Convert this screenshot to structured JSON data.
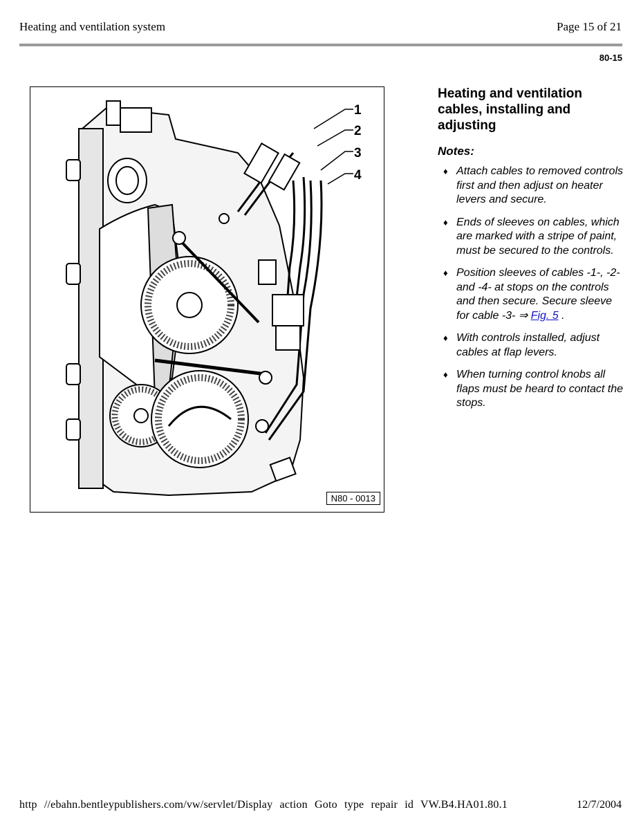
{
  "header": {
    "left": "Heating and ventilation system",
    "right": "Page 15 of 21"
  },
  "section_number": "80-15",
  "figure": {
    "code": "N80 - 0013",
    "callouts": [
      "1",
      "2",
      "3",
      "4"
    ]
  },
  "content": {
    "title": "Heating and ventilation cables, installing and adjusting",
    "notes_label": "Notes:",
    "bullet_icon": "♦",
    "bullets": [
      {
        "text": "Attach cables to removed controls first and then adjust on heater levers and secure."
      },
      {
        "text": "Ends of sleeves on cables, which are marked with a stripe of paint, must be secured to the controls."
      },
      {
        "text": "Position sleeves of cables -1-, -2- and -4- at stops on the controls and then secure. Secure sleeve for cable -3- ⇒ ",
        "link": "Fig. 5",
        "after": " ."
      },
      {
        "text": "With controls installed, adjust cables at flap levers."
      },
      {
        "text": "When turning control knobs all flaps must be heard to contact the stops."
      }
    ]
  },
  "footer": {
    "url": "http //ebahn.bentleypublishers.com/vw/servlet/Display action Goto type repair id VW.B4.HA01.80.1",
    "date": "12/7/2004"
  }
}
